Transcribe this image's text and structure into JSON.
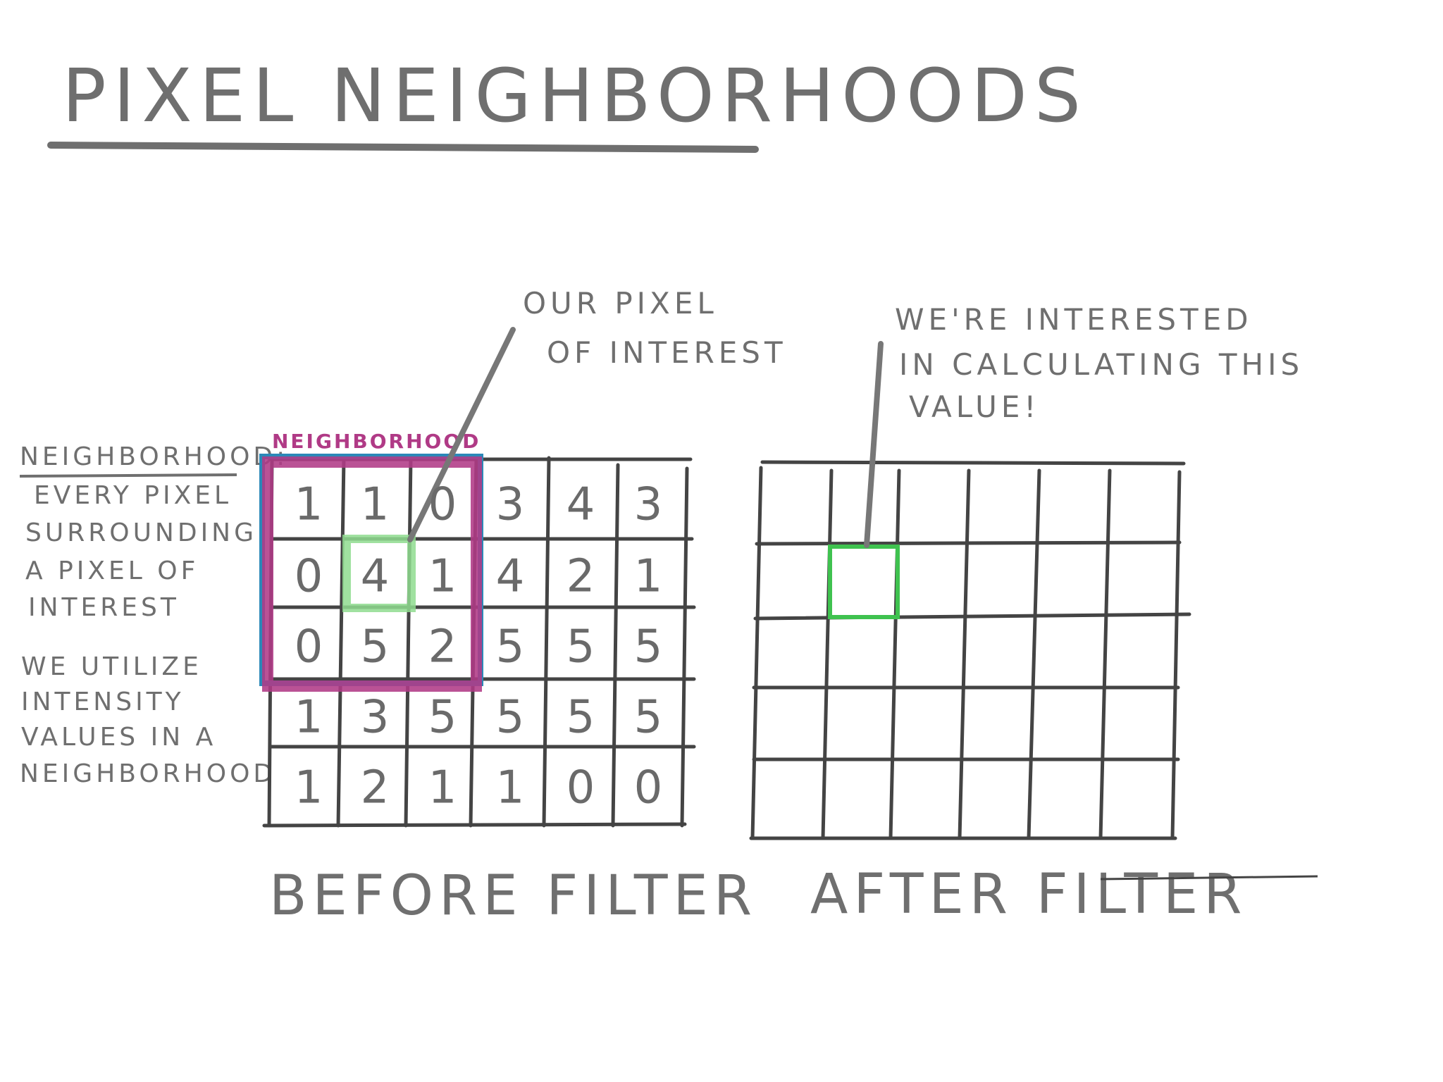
{
  "title": "PIXEL NEIGHBORHOODS",
  "side_note": {
    "heading": "NEIGHBORHOOD:",
    "definition": [
      "EVERY PIXEL",
      "SURROUNDING",
      "A PIXEL OF",
      "INTEREST"
    ],
    "usage": [
      "WE UTILIZE",
      "INTENSITY",
      "VALUES IN A",
      "NEIGHBORHOOD"
    ]
  },
  "neighborhood_label": "NEIGHBORHOOD",
  "pixel_note": [
    "OUR PIXEL",
    "OF INTEREST"
  ],
  "after_note": [
    "WE'RE INTERESTED",
    "IN CALCULATING THIS",
    "VALUE!"
  ],
  "before_grid": {
    "caption": "BEFORE FILTER",
    "values": [
      [
        "1",
        "1",
        "0",
        "3",
        "4",
        "3"
      ],
      [
        "0",
        "4",
        "1",
        "4",
        "2",
        "1"
      ],
      [
        "0",
        "5",
        "2",
        "5",
        "5",
        "5"
      ],
      [
        "1",
        "3",
        "5",
        "5",
        "5",
        "5"
      ],
      [
        "1",
        "2",
        "1",
        "1",
        "0",
        "0"
      ]
    ]
  },
  "after_grid": {
    "caption": "AFTER FILTER"
  },
  "colors": {
    "neighborhood_box": "#b03a86",
    "neighborhood_box_edge": "#2b88b8",
    "pixel_of_interest": "#3fc24f",
    "pixel_of_interest_soft": "#8fdc8f",
    "ink": "#6f6f6f",
    "grid": "#444444"
  }
}
